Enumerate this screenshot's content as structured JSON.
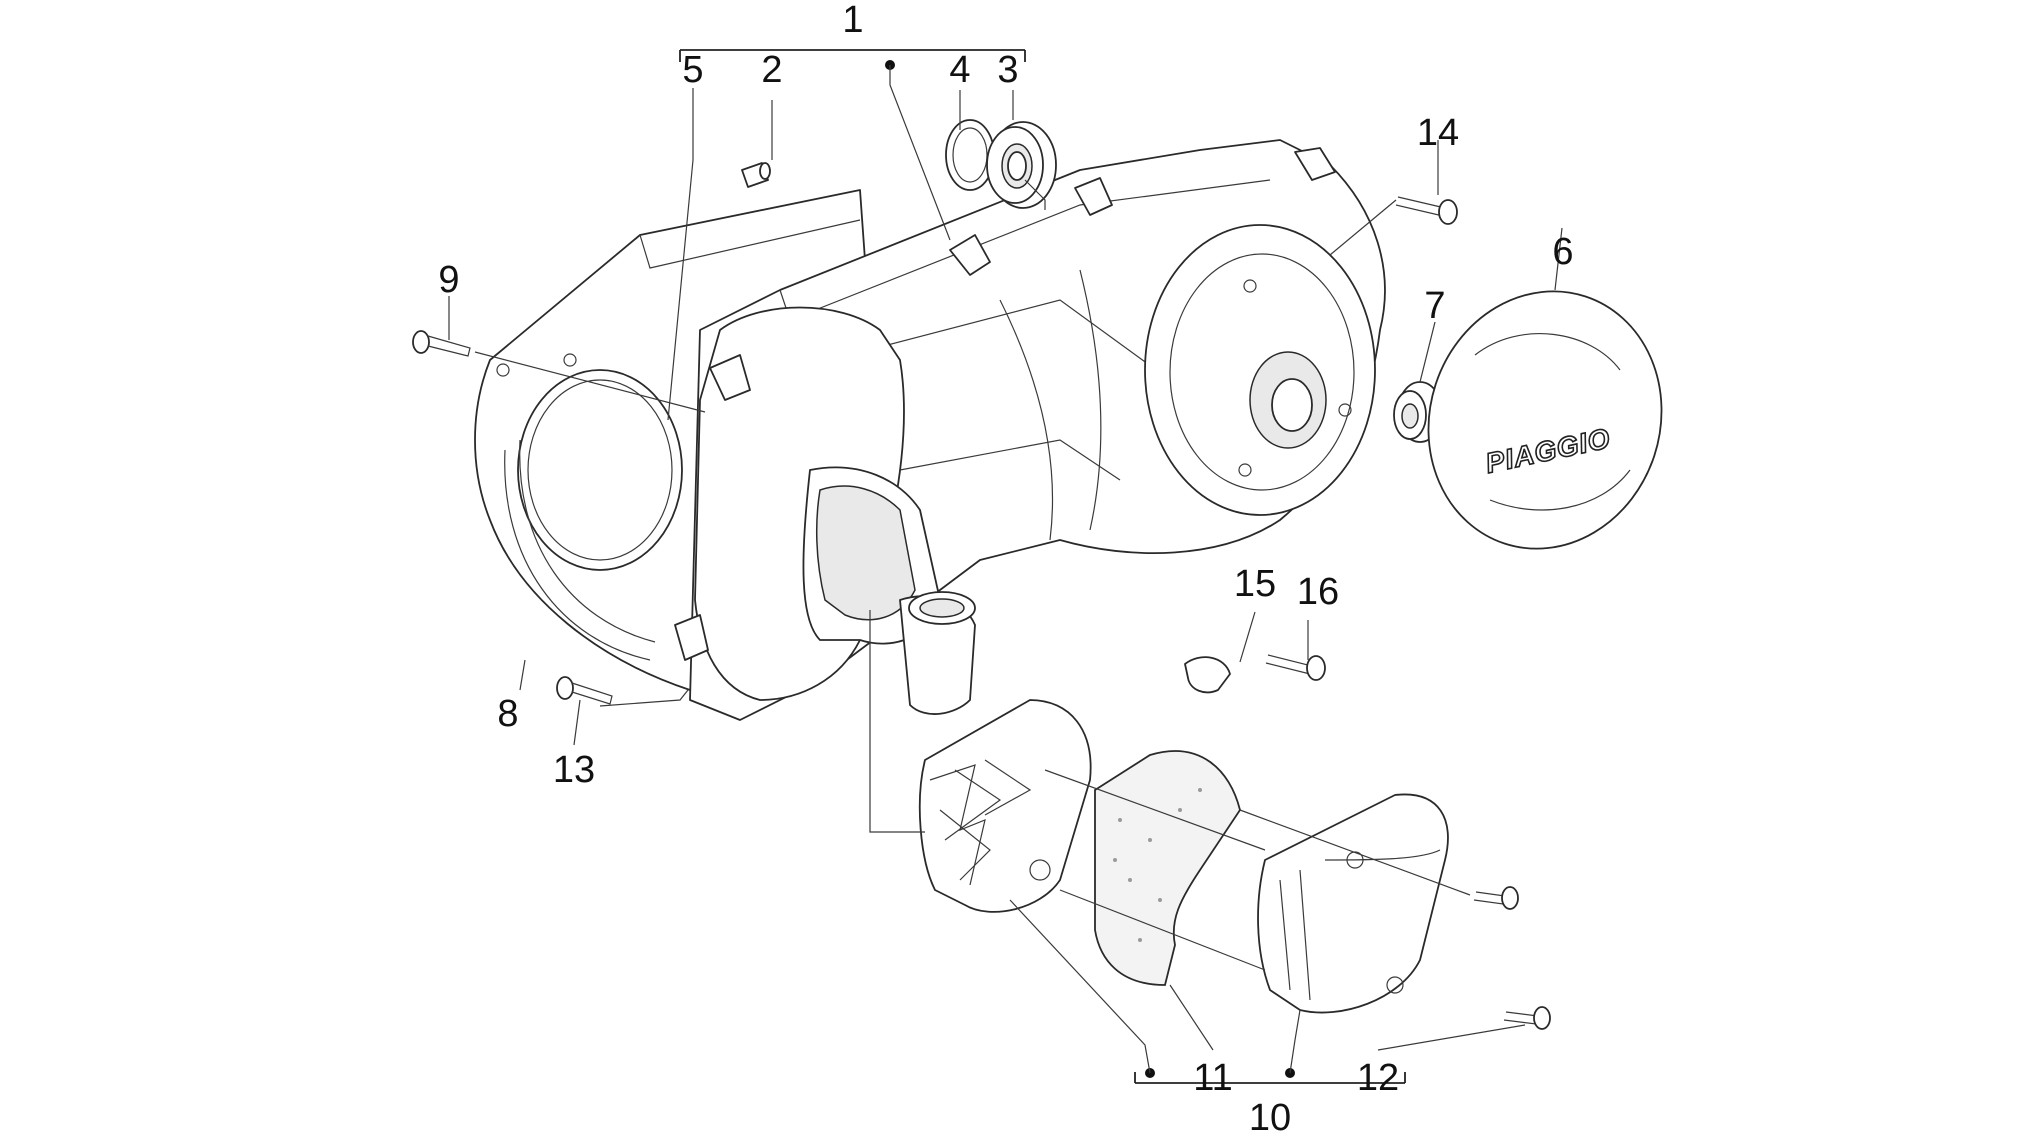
{
  "callouts": {
    "c1": "1",
    "c2": "2",
    "c3": "3",
    "c4": "4",
    "c5": "5",
    "c6": "6",
    "c7": "7",
    "c8": "8",
    "c9": "9",
    "c10": "10",
    "c11": "11",
    "c12": "12",
    "c13": "13",
    "c14": "14",
    "c15": "15",
    "c16": "16"
  },
  "brand_text": "PIAGGIO",
  "colors": {
    "line": "#2a2a2a",
    "background": "#ffffff"
  }
}
